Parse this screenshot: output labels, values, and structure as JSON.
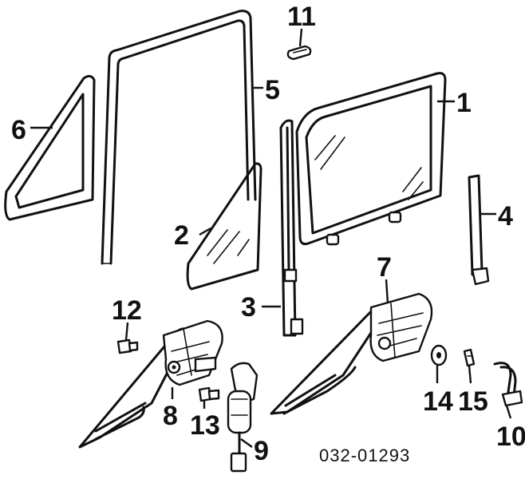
{
  "diagram": {
    "part_numbers": [
      "1",
      "2",
      "3",
      "4",
      "5",
      "6",
      "7",
      "8",
      "9",
      "10",
      "11",
      "12",
      "13",
      "14",
      "15"
    ],
    "catalog_code": "032-01293",
    "colors": {
      "ink": "#111111",
      "background": "#ffffff"
    }
  }
}
